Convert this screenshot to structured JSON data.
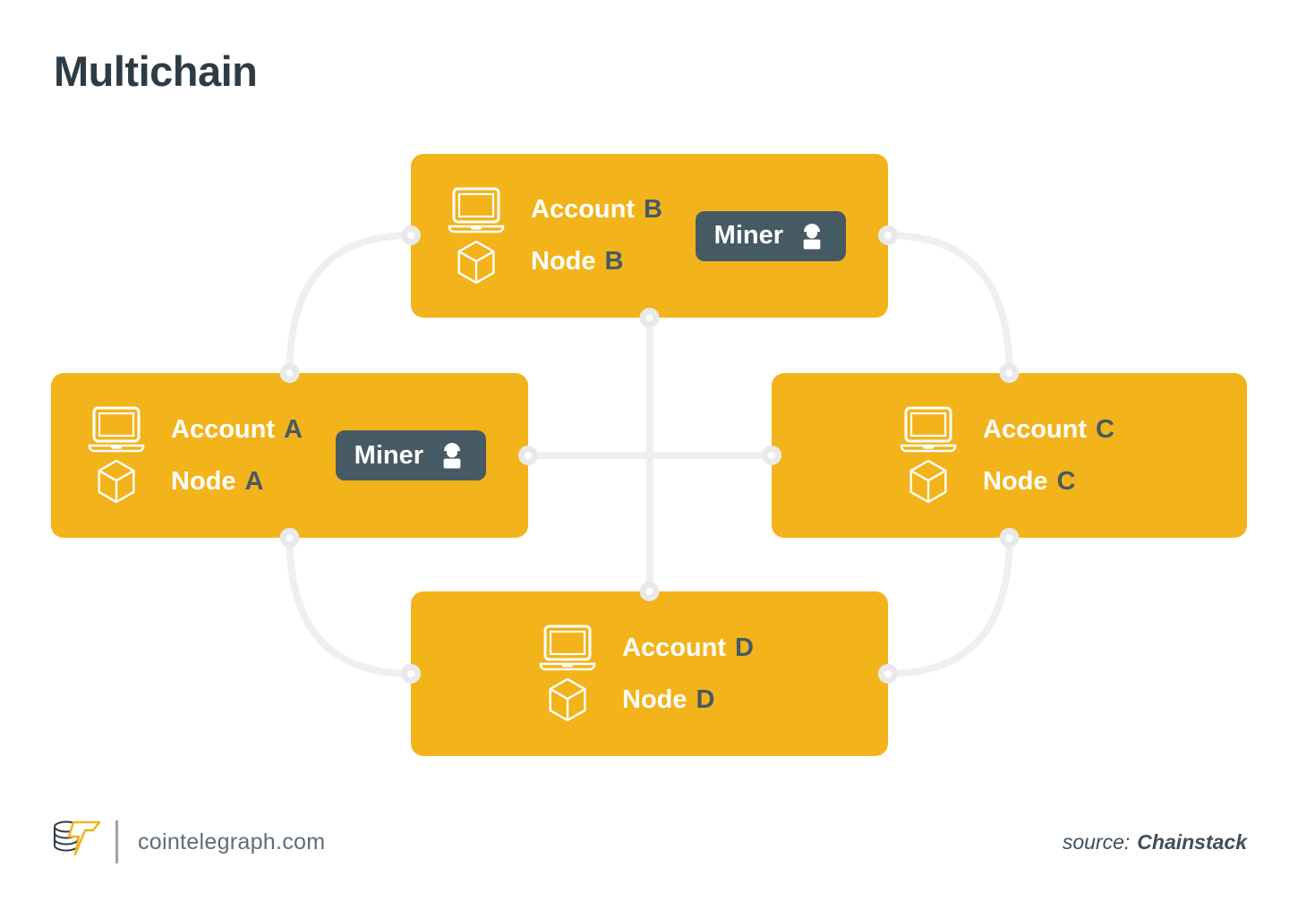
{
  "title": "Multichain",
  "diagram": {
    "nodes": [
      "A",
      "B",
      "C",
      "D"
    ],
    "edges": [
      [
        "B",
        "A"
      ],
      [
        "B",
        "C"
      ],
      [
        "B",
        "D"
      ],
      [
        "A",
        "C"
      ],
      [
        "A",
        "D"
      ],
      [
        "C",
        "D"
      ]
    ],
    "miners_on": [
      "A",
      "B"
    ]
  },
  "boxes": {
    "a": {
      "account_label": "Account",
      "account_letter": "A",
      "node_label": "Node",
      "node_letter": "A",
      "miner_label": "Miner"
    },
    "b": {
      "account_label": "Account",
      "account_letter": "B",
      "node_label": "Node",
      "node_letter": "B",
      "miner_label": "Miner"
    },
    "c": {
      "account_label": "Account",
      "account_letter": "C",
      "node_label": "Node",
      "node_letter": "C"
    },
    "d": {
      "account_label": "Account",
      "account_letter": "D",
      "node_label": "Node",
      "node_letter": "D"
    }
  },
  "icons": {
    "laptop": "laptop-icon",
    "cube": "cube-icon",
    "miner": "miner-person-icon",
    "logo": "cointelegraph-coin-bolt-logo"
  },
  "colors": {
    "box_yellow": "#F2B31B",
    "badge_slate": "#465A64",
    "title_text": "#2F3B44",
    "connector_line": "#EFEFEF",
    "connector_dot_ring": "#E9E9E9",
    "footer_site_text": "#5E6D78",
    "footer_source_text": "#3E4F5B"
  },
  "footer": {
    "site": "cointelegraph.com",
    "source_label": "source:",
    "source_name": "Chainstack"
  }
}
